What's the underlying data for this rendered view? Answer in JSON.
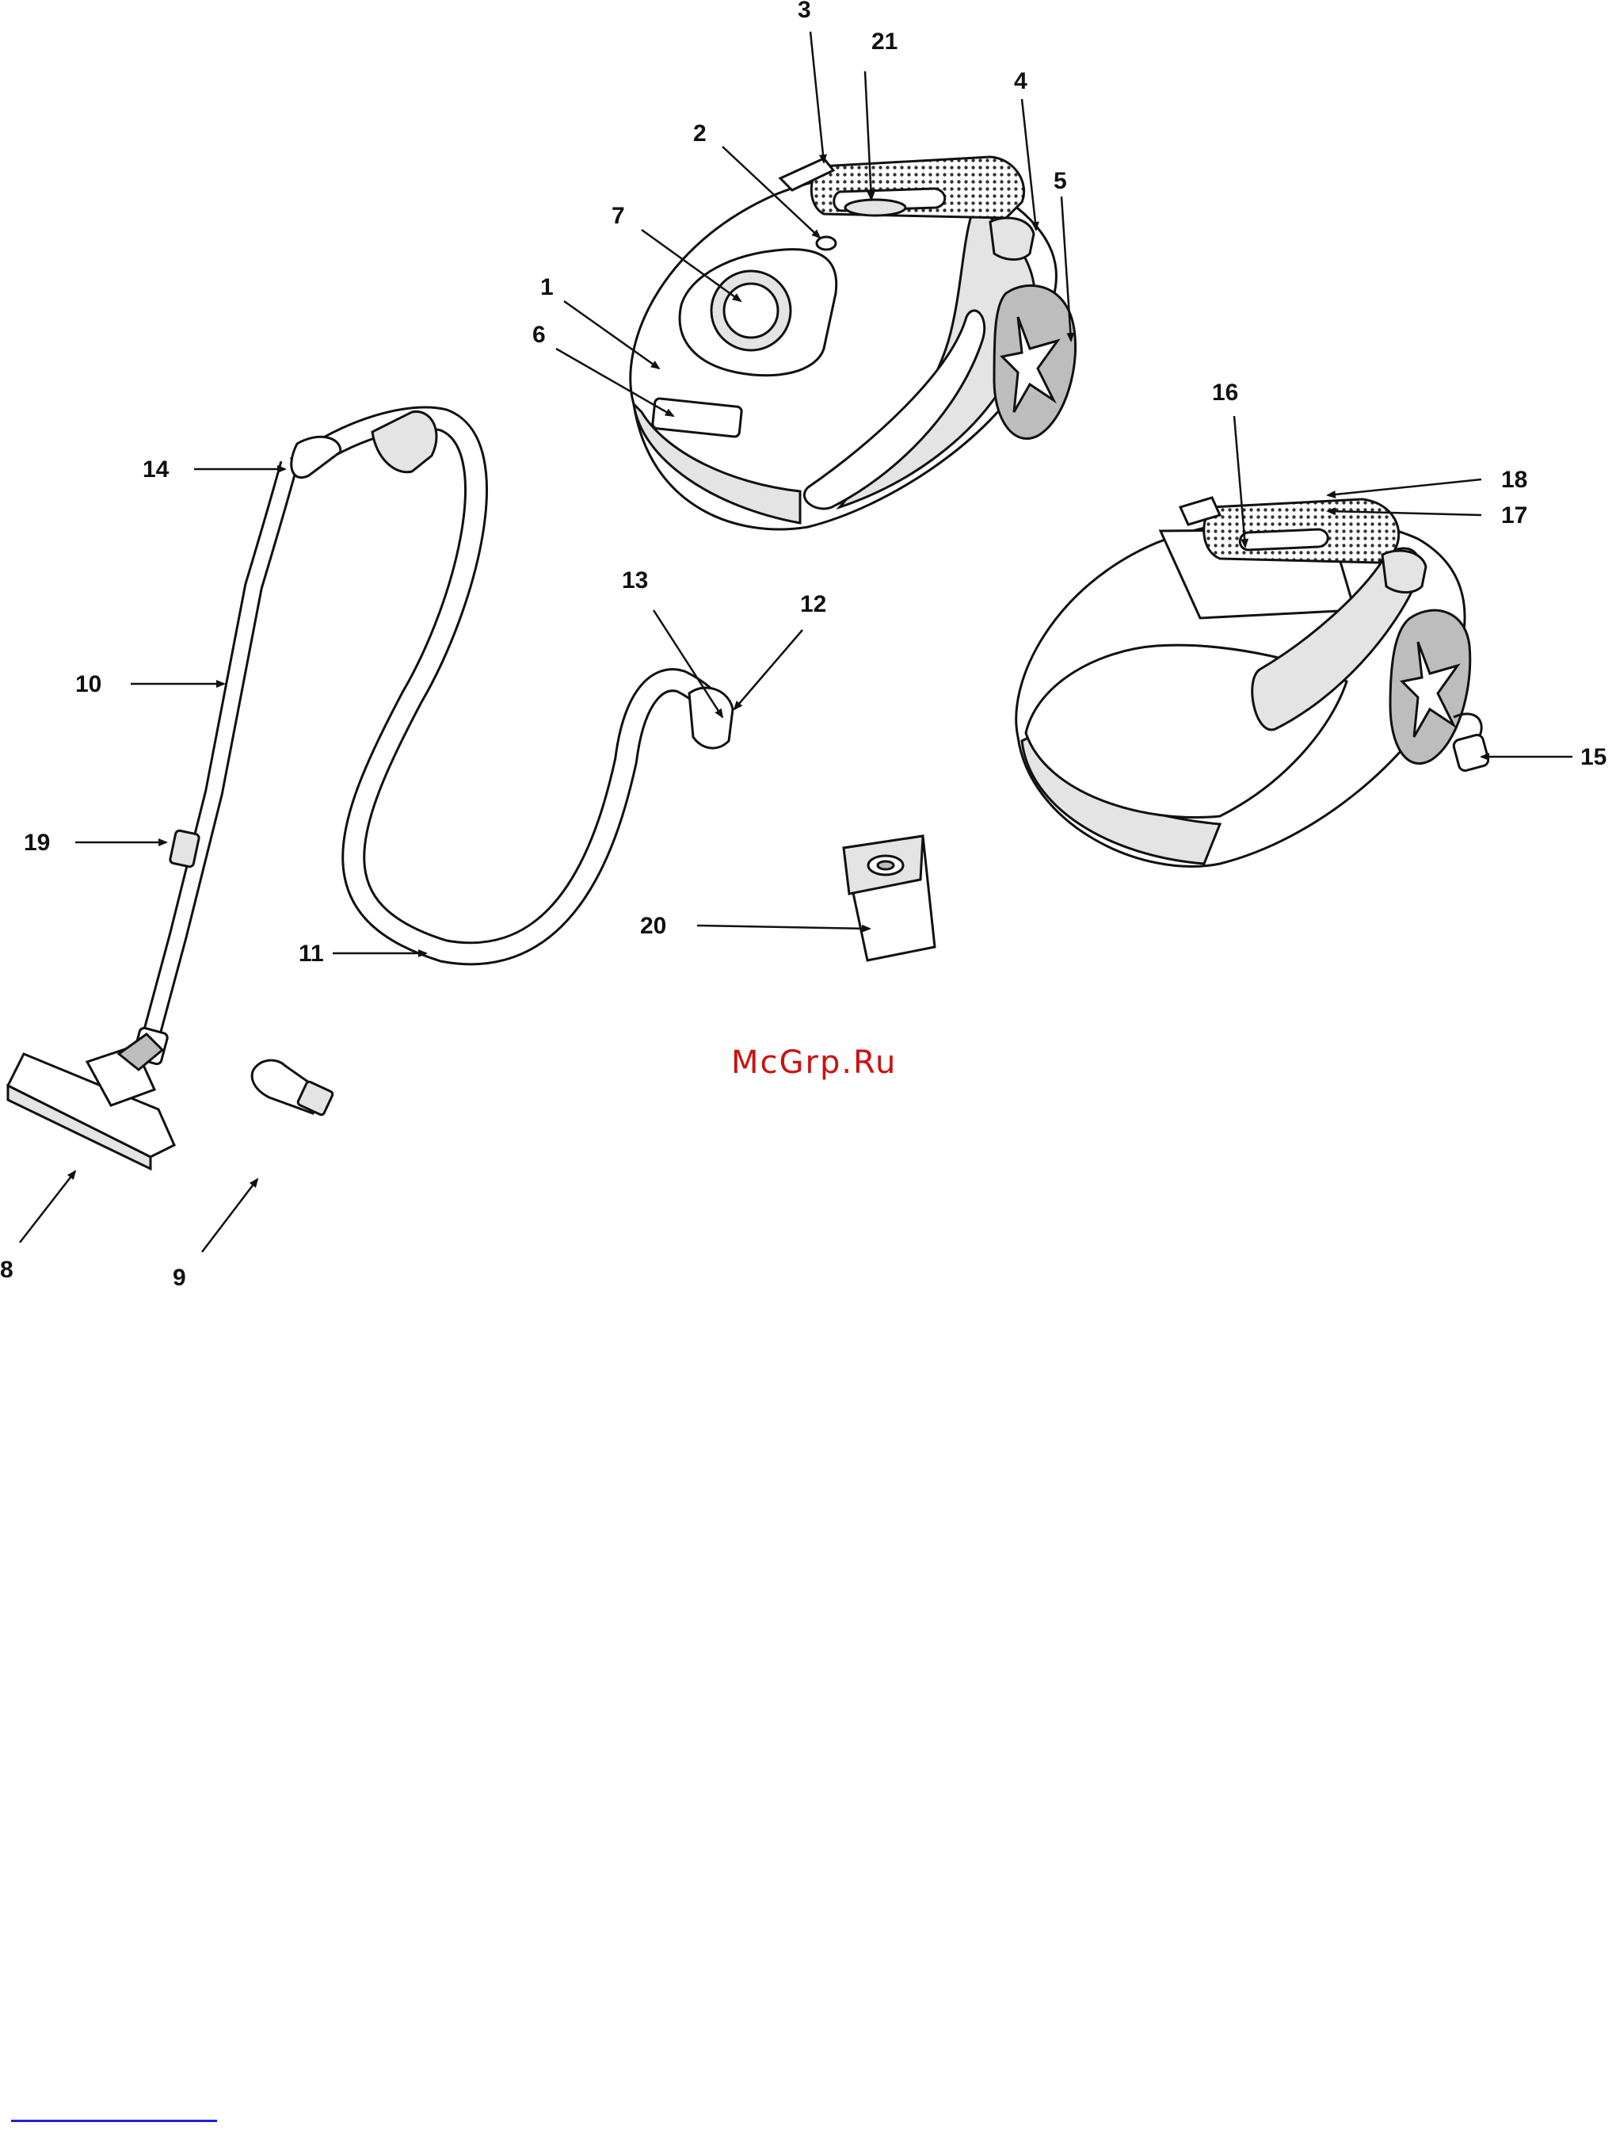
{
  "callouts": [
    "1",
    "2",
    "3",
    "4",
    "5",
    "6",
    "7",
    "8",
    "9",
    "10",
    "11",
    "12",
    "13",
    "14",
    "15",
    "16",
    "17",
    "18",
    "19",
    "20",
    "21"
  ],
  "watermark": "McGrp.Ru"
}
